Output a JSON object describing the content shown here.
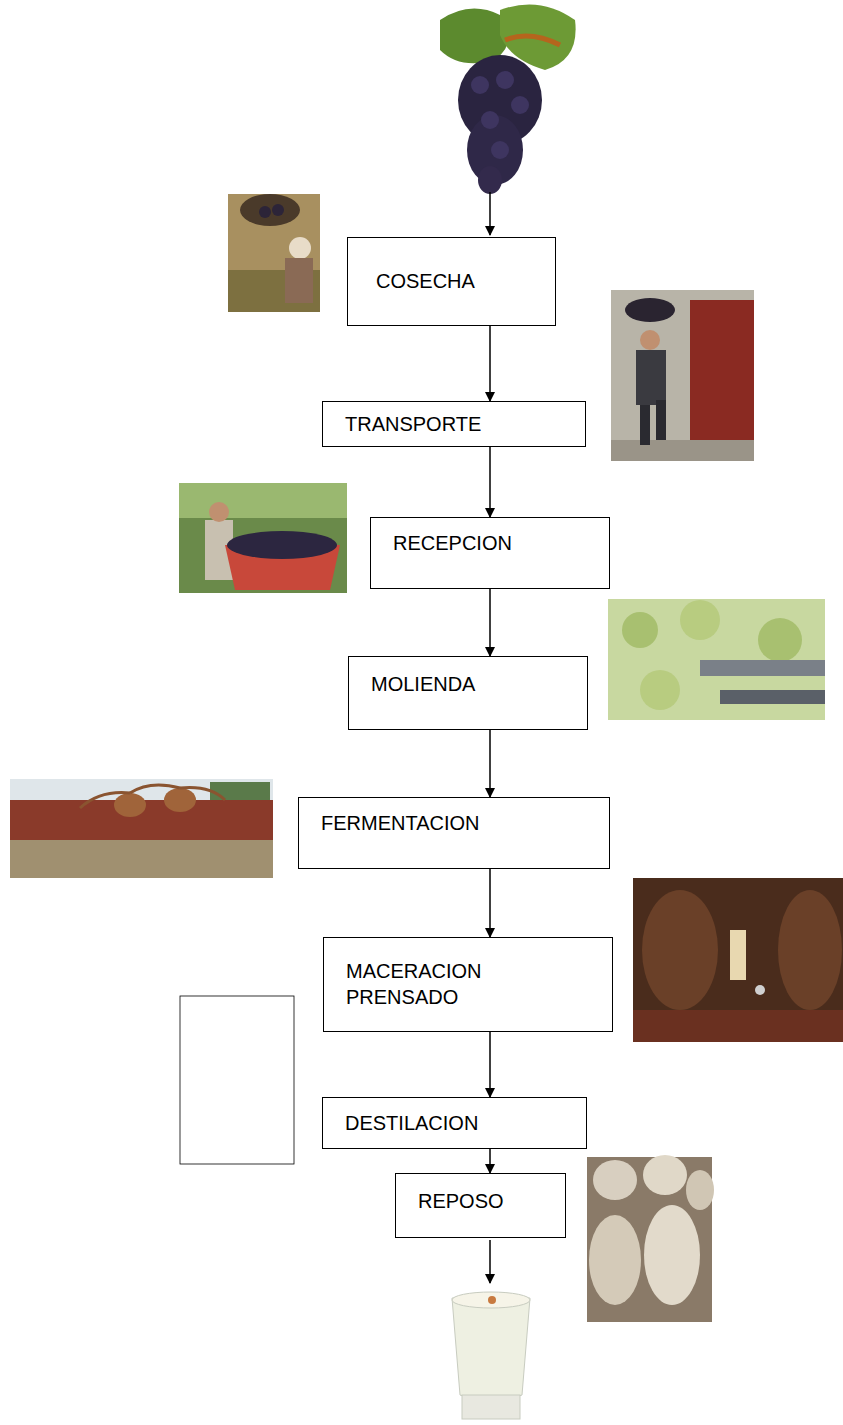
{
  "diagram": {
    "nodes": [
      {
        "text": [
          "COSECHA"
        ]
      },
      {
        "text": [
          "TRANSPORTE"
        ]
      },
      {
        "text": [
          "RECEPCION"
        ]
      },
      {
        "text": [
          "MOLIENDA"
        ]
      },
      {
        "text": [
          "FERMENTACION"
        ]
      },
      {
        "text": [
          "MACERACION PRENSADO"
        ]
      },
      {
        "text": [
          "DESTILACION"
        ]
      },
      {
        "text": [
          "REPOSO"
        ]
      }
    ],
    "edges": [
      {
        "from": 0,
        "to": 1,
        "arrow": "to"
      },
      {
        "from": 1,
        "to": 2,
        "arrow": "to"
      },
      {
        "from": 2,
        "to": 3,
        "arrow": "to"
      },
      {
        "from": 3,
        "to": 4,
        "arrow": "to"
      },
      {
        "from": 4,
        "to": 5,
        "arrow": "to"
      },
      {
        "from": 5,
        "to": 6,
        "arrow": "to"
      },
      {
        "from": 6,
        "to": 7,
        "arrow": "to"
      }
    ]
  }
}
